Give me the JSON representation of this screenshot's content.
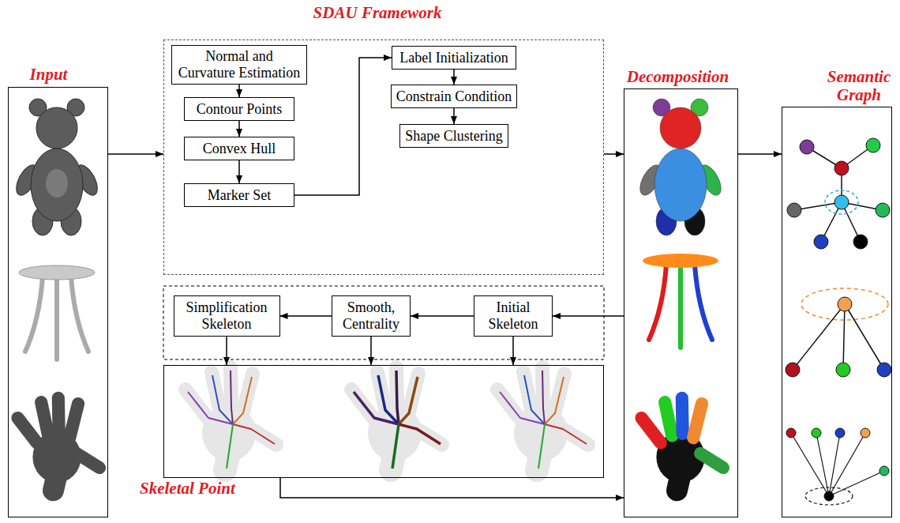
{
  "diagram": {
    "nodes": [
      {
        "text": [
          "Input"
        ]
      },
      {
        "text": [
          "SDAU Framework"
        ]
      },
      {
        "text": [
          "Normal and Curvature Estimation"
        ],
        "in": 1
      },
      {
        "text": [
          "Contour Points"
        ],
        "in": 1
      },
      {
        "text": [
          "Convex Hull"
        ],
        "in": 1
      },
      {
        "text": [
          "Marker Set"
        ],
        "in": 1
      },
      {
        "text": [
          "Label Initialization"
        ],
        "in": 1
      },
      {
        "text": [
          "Constrain Condition"
        ],
        "in": 1
      },
      {
        "text": [
          "Shape Clustering"
        ],
        "in": 1
      },
      {
        "text": [
          "Decomposition"
        ]
      },
      {
        "text": [
          "Semantic Graph"
        ]
      },
      {
        "text": [
          "Simplification Skeleton"
        ]
      },
      {
        "text": [
          "Smooth, Centrality"
        ]
      },
      {
        "text": [
          "Initial Skeleton"
        ]
      },
      {
        "text": [
          "Skeletal Point"
        ]
      }
    ],
    "edges": [
      {
        "from": 0,
        "to": 1,
        "arrow": "to"
      },
      {
        "from": 2,
        "to": 3,
        "arrow": "to"
      },
      {
        "from": 3,
        "to": 4,
        "arrow": "to"
      },
      {
        "from": 4,
        "to": 5,
        "arrow": "to"
      },
      {
        "from": 5,
        "to": 6,
        "arrow": "to"
      },
      {
        "from": 6,
        "to": 7,
        "arrow": "to"
      },
      {
        "from": 7,
        "to": 8,
        "arrow": "to"
      },
      {
        "from": 1,
        "to": 9,
        "arrow": "to"
      },
      {
        "from": 9,
        "to": 10,
        "arrow": "to"
      },
      {
        "from": 9,
        "to": 13,
        "arrow": "to"
      },
      {
        "from": 13,
        "to": 12,
        "arrow": "to"
      },
      {
        "from": 12,
        "to": 11,
        "arrow": "to"
      },
      {
        "from": 11,
        "to": 14,
        "arrow": "to"
      },
      {
        "from": 12,
        "to": 14,
        "arrow": "to"
      },
      {
        "from": 13,
        "to": 14,
        "arrow": "to"
      },
      {
        "from": 14,
        "to": 9,
        "arrow": "to"
      }
    ]
  }
}
